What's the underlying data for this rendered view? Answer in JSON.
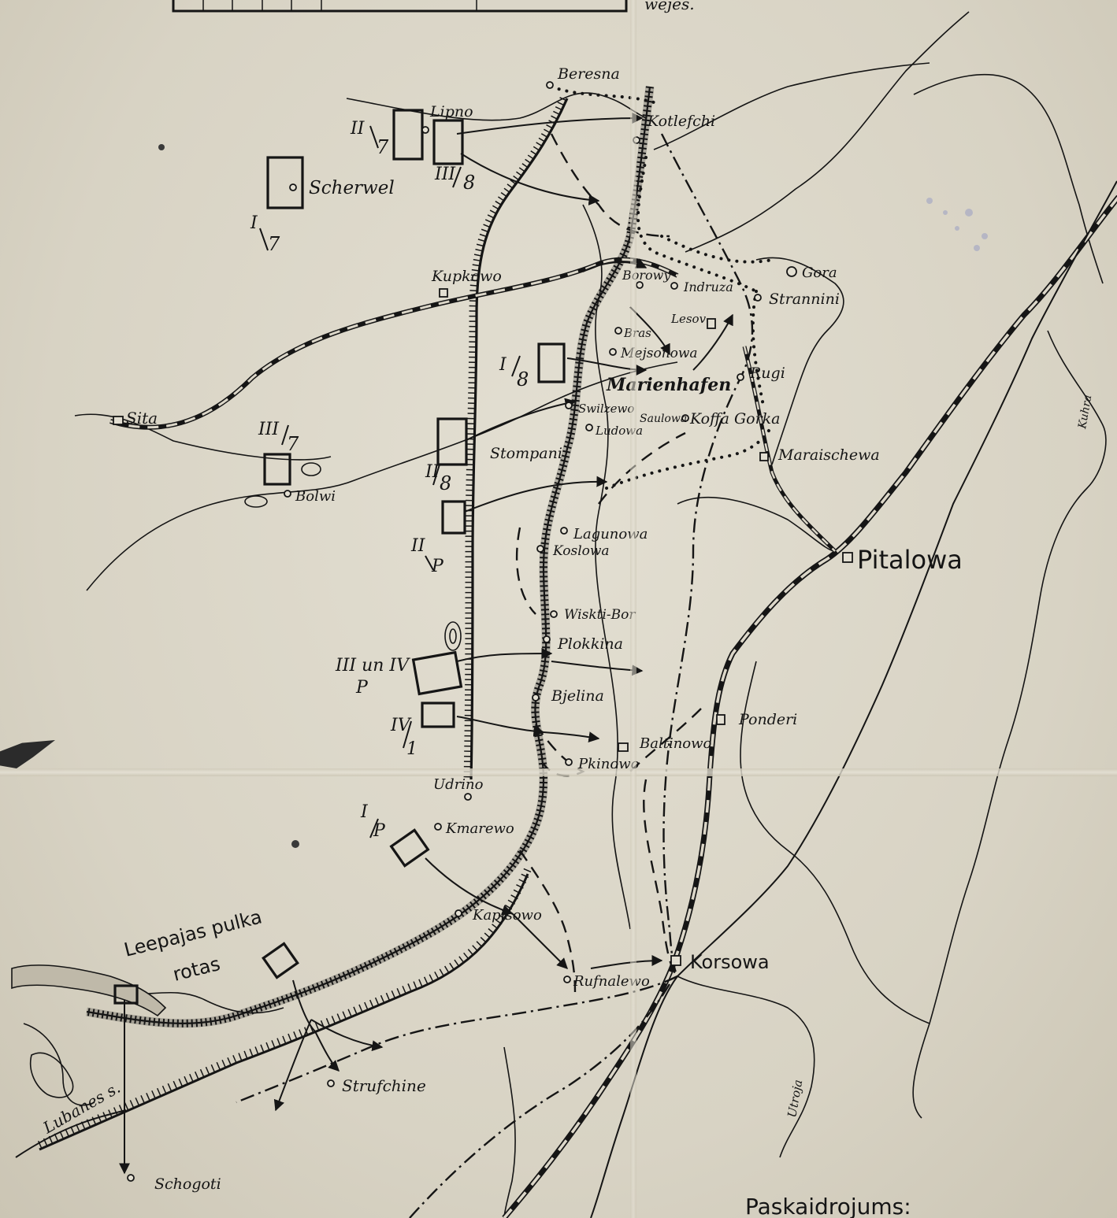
{
  "title_fragment": "wejes.",
  "rivers": {
    "lubanes": "Lubanes s.",
    "utroja": "Utroja",
    "east": "Kuhra"
  },
  "main_towns": {
    "pitalowa": "Pitalowa",
    "korsowa": "Korsowa"
  },
  "villages": [
    "Beresna",
    "Lipno",
    "Kotlefchi",
    "Scherwel",
    "Kupkowo",
    "Borowy",
    "Gora",
    "Indruza",
    "Strannini",
    "Lesov",
    "Bras",
    "Mejsonowa",
    "Rugi",
    "Marienhafen",
    "Swilzewo",
    "Saulowa",
    "Koffa Gorka",
    "Ludowa",
    "Stompani",
    "Maraischewa",
    "Sita",
    "Bolwi",
    "Lagunowa",
    "Koslowa",
    "Wiskti-Bor",
    "Plokkina",
    "Bjelina",
    "Ponderi",
    "Baltinowo",
    "Pkinowo",
    "Udrino",
    "Kmarewo",
    "Kapisowo",
    "Rufnalewo",
    "Strufchine",
    "Schogoti"
  ],
  "units": [
    {
      "top": "II",
      "bottom": "7"
    },
    {
      "top": "III",
      "bottom": "8"
    },
    {
      "top": "I",
      "bottom": "7"
    },
    {
      "top": "I",
      "bottom": "8"
    },
    {
      "top": "III",
      "bottom": "7"
    },
    {
      "top": "II",
      "bottom": "8"
    },
    {
      "top": "II",
      "bottom": "P"
    },
    {
      "top": "III un IV",
      "bottom": "P"
    },
    {
      "top": "IV",
      "bottom": "1"
    },
    {
      "top": "I",
      "bottom": "P"
    }
  ],
  "company_label": {
    "line1": "Leepajas pulka",
    "line2": "rotas"
  },
  "legend_heading": "Paskaidrojums:",
  "colors": {
    "paper": "#dcd7c9",
    "ink": "#151515",
    "stamp": "#9a9fc4"
  }
}
